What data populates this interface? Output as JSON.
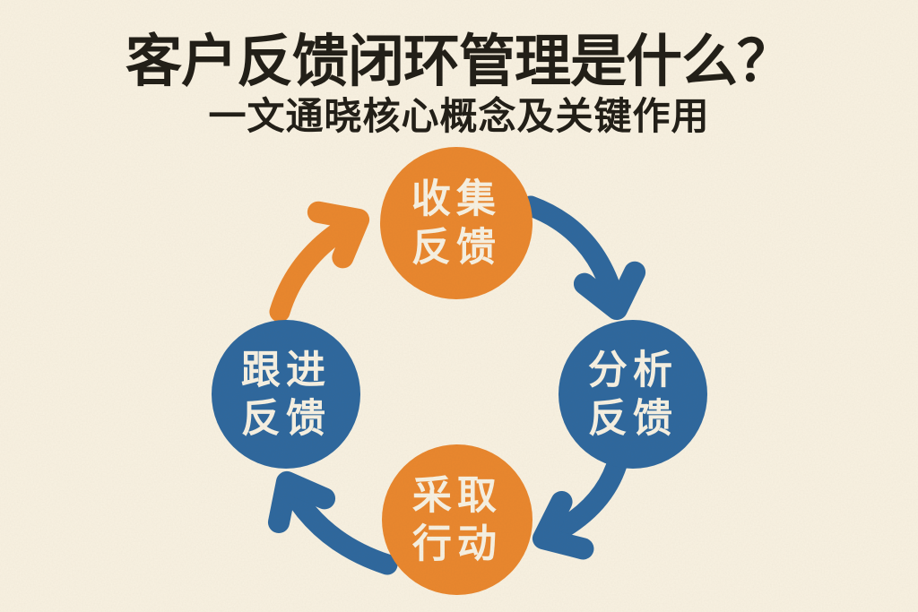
{
  "header": {
    "title": "客户反馈闭环管理是什么？",
    "subtitle": "一文通晓核心概念及关键作用"
  },
  "colors": {
    "background": "#F9F2E2",
    "title_text": "#211E17",
    "orange": "#EA872E",
    "blue": "#2E689E",
    "circle_label_text": "#F8F2E3"
  },
  "cycle": {
    "direction": "clockwise",
    "steps": [
      {
        "position": "top",
        "line1": "收集",
        "line2": "反馈",
        "fill": "#EA872E",
        "text_color": "#F8F2E3"
      },
      {
        "position": "right",
        "line1": "分析",
        "line2": "反馈",
        "fill": "#2E689E",
        "text_color": "#F8F2E3"
      },
      {
        "position": "bottom",
        "line1": "采取",
        "line2": "行动",
        "fill": "#EA872E",
        "text_color": "#F8F2E3"
      },
      {
        "position": "left",
        "line1": "跟进",
        "line2": "反馈",
        "fill": "#2E689E",
        "text_color": "#F8F2E3"
      }
    ],
    "arrows": [
      {
        "from": "top",
        "to": "right",
        "color": "#2E689E"
      },
      {
        "from": "right",
        "to": "bottom",
        "color": "#2E689E"
      },
      {
        "from": "bottom",
        "to": "left",
        "color": "#2E689E"
      },
      {
        "from": "left",
        "to": "top",
        "color": "#EA872E"
      }
    ]
  }
}
